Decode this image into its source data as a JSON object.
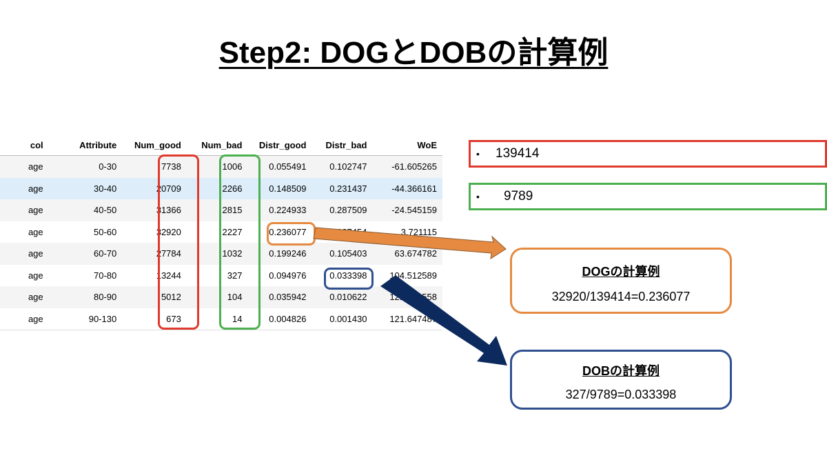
{
  "title": "Step2: DOGとDOBの計算例",
  "table": {
    "headers": [
      "col",
      "Attribute",
      "Num_good",
      "Num_bad",
      "Distr_good",
      "Distr_bad",
      "WoE"
    ],
    "rows": [
      [
        "age",
        "0-30",
        "7738",
        "1006",
        "0.055491",
        "0.102747",
        "-61.605265"
      ],
      [
        "age",
        "30-40",
        "20709",
        "2266",
        "0.148509",
        "0.231437",
        "-44.366161"
      ],
      [
        "age",
        "40-50",
        "31366",
        "2815",
        "0.224933",
        "0.287509",
        "-24.545159"
      ],
      [
        "age",
        "50-60",
        "32920",
        "2227",
        "0.236077",
        "0.227454",
        "3.721115"
      ],
      [
        "age",
        "60-70",
        "27784",
        "1032",
        "0.199246",
        "0.105403",
        "63.674782"
      ],
      [
        "age",
        "70-80",
        "13244",
        "327",
        "0.094976",
        "0.033398",
        "104.512589"
      ],
      [
        "age",
        "80-90",
        "5012",
        "104",
        "0.035942",
        "0.010622",
        "121.898558"
      ],
      [
        "age",
        "90-130",
        "673",
        "14",
        "0.004826",
        "0.001430",
        "121.647487"
      ]
    ]
  },
  "total_good": {
    "bullet": "•",
    "value": "139414"
  },
  "total_bad": {
    "bullet": "•",
    "value": "9789"
  },
  "dog_box": {
    "title": "DOGの計算例",
    "formula": "32920/139414=0.236077"
  },
  "dob_box": {
    "title": "DOBの計算例",
    "formula": "327/9789=0.033398"
  },
  "colors": {
    "red": "#e0392e",
    "green": "#4caf50",
    "orange": "#e58a40",
    "navy": "#0d2a5e",
    "blue_box": "#2f4f8f"
  }
}
